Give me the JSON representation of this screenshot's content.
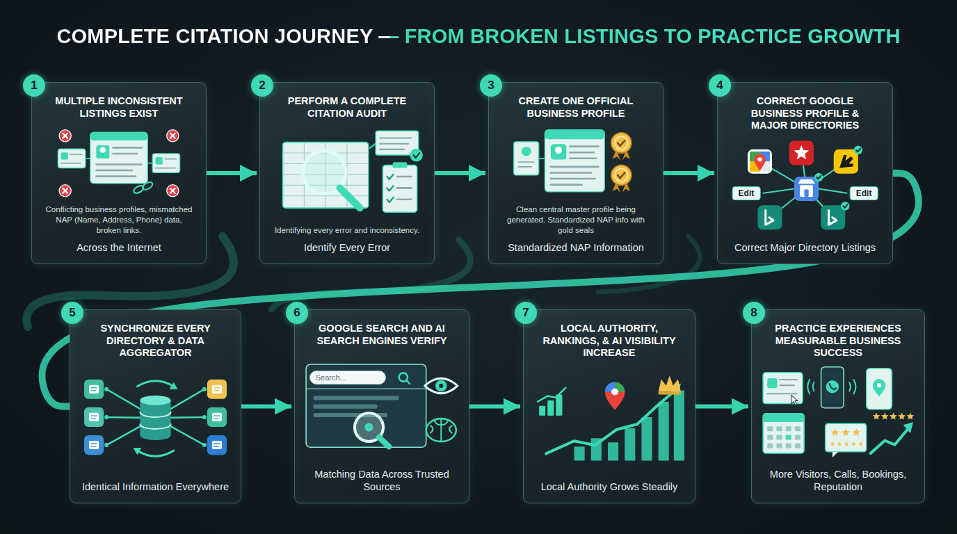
{
  "diagram": {
    "title": "COMPLETE CITATION JOURNEY — FROM BROKEN LISTINGS TO PRACTICE GROWTH",
    "nodes": [
      {
        "text": [
          "1",
          "MULTIPLE INCONSISTENT LISTINGS EXIST",
          "Conflicting business profiles, mismatched NAP (Name, Address, Phone) data, broken links.",
          "Across the Internet"
        ]
      },
      {
        "text": [
          "2",
          "PERFORM A COMPLETE CITATION AUDIT",
          "Identifying every error and inconsistency.",
          "Identify Every Error"
        ]
      },
      {
        "text": [
          "3",
          "CREATE ONE OFFICIAL BUSINESS PROFILE",
          "Clean central master profile being generated. Standardized NAP info with gold seals",
          "Standardized NAP Information"
        ]
      },
      {
        "text": [
          "4",
          "CORRECT GOOGLE BUSINESS PROFILE & MAJOR DIRECTORIES",
          "Correct Major Directory Listings"
        ]
      },
      {
        "text": [
          "5",
          "SYNCHRONIZE EVERY DIRECTORY & DATA AGGREGATOR",
          "Identical Information Everywhere"
        ]
      },
      {
        "text": [
          "6",
          "GOOGLE SEARCH AND AI SEARCH ENGINES VERIFY",
          "Matching Data Across Trusted Sources"
        ]
      },
      {
        "text": [
          "7",
          "LOCAL AUTHORITY, RANKINGS, & AI VISIBILITY INCREASE",
          "Local Authority Grows Steadily"
        ]
      },
      {
        "text": [
          "8",
          "PRACTICE EXPERIENCES MEASURABLE BUSINESS SUCCESS",
          "More Visitors, Calls, Bookings, Reputation"
        ]
      }
    ],
    "edges": [
      {
        "from": 0,
        "to": 1,
        "arrow": "to"
      },
      {
        "from": 1,
        "to": 2,
        "arrow": "to"
      },
      {
        "from": 2,
        "to": 3,
        "arrow": "to"
      },
      {
        "from": 3,
        "to": 4,
        "arrow": "none"
      },
      {
        "from": 4,
        "to": 5,
        "arrow": "to"
      },
      {
        "from": 5,
        "to": 6,
        "arrow": "to"
      },
      {
        "from": 6,
        "to": 7,
        "arrow": "to"
      }
    ],
    "labels": [
      "Edit",
      "Edit",
      "Search..."
    ]
  }
}
